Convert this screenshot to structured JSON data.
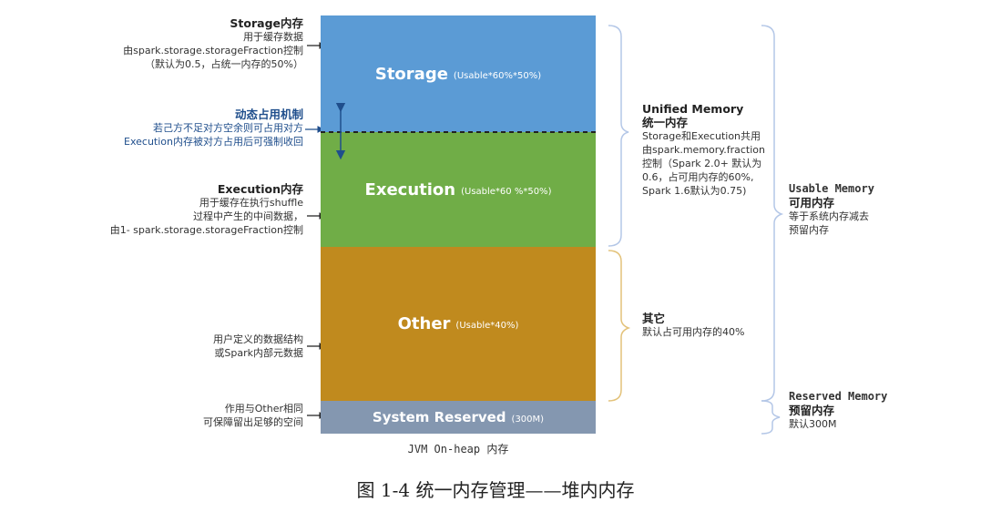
{
  "blocks": {
    "storage": {
      "label": "Storage",
      "sub": "(Usable*60%*50%)",
      "color": "#5b9bd5"
    },
    "execution": {
      "label": "Execution",
      "sub": "(Usable*60 %*50%)",
      "color": "#70ad47"
    },
    "other": {
      "label": "Other",
      "sub": "(Usable*40%)",
      "color": "#c08a1e"
    },
    "reserved": {
      "label": "System Reserved",
      "sub": "(300M)",
      "color": "#8497b0"
    }
  },
  "left_notes": {
    "storage": {
      "title": "Storage内存",
      "line1": "用于缓存数据",
      "line2": "由spark.storage.storageFraction控制",
      "line3": "（默认为0.5，占统一内存的50%）"
    },
    "dynamic": {
      "title": "动态占用机制",
      "line1": "若己方不足对方空余则可占用对方",
      "line2": "Execution内存被对方占用后可强制收回"
    },
    "execution": {
      "title": "Execution内存",
      "line1": "用于缓存在执行shuffle",
      "line2": "过程中产生的中间数据，",
      "line3": "由1- spark.storage.storageFraction控制"
    },
    "other": {
      "line1": "用户定义的数据结构",
      "line2": "或Spark内部元数据"
    },
    "reserved": {
      "line1": "作用与Other相同",
      "line2": "可保障留出足够的空间"
    }
  },
  "right_notes": {
    "unified": {
      "title_en": "Unified Memory",
      "title_cn": "统一内存",
      "line1": "Storage和Execution共用",
      "line2": "由spark.memory.fraction",
      "line3": "控制（Spark 2.0+ 默认为",
      "line4": "0.6，占可用内存的60%,",
      "line5": "Spark 1.6默认为0.75)"
    },
    "other": {
      "title": "其它",
      "line1": "默认占可用内存的40%"
    },
    "usable": {
      "title_en": "Usable Memory",
      "title_cn": "可用内存",
      "line1": "等于系统内存减去",
      "line2": "预留内存"
    },
    "reserved": {
      "title_en": "Reserved Memory",
      "title_cn": "预留内存",
      "line1": "默认300M"
    }
  },
  "jvm_label": "JVM On-heap 内存",
  "caption": "图 1-4  统一内存管理——堆内内存"
}
